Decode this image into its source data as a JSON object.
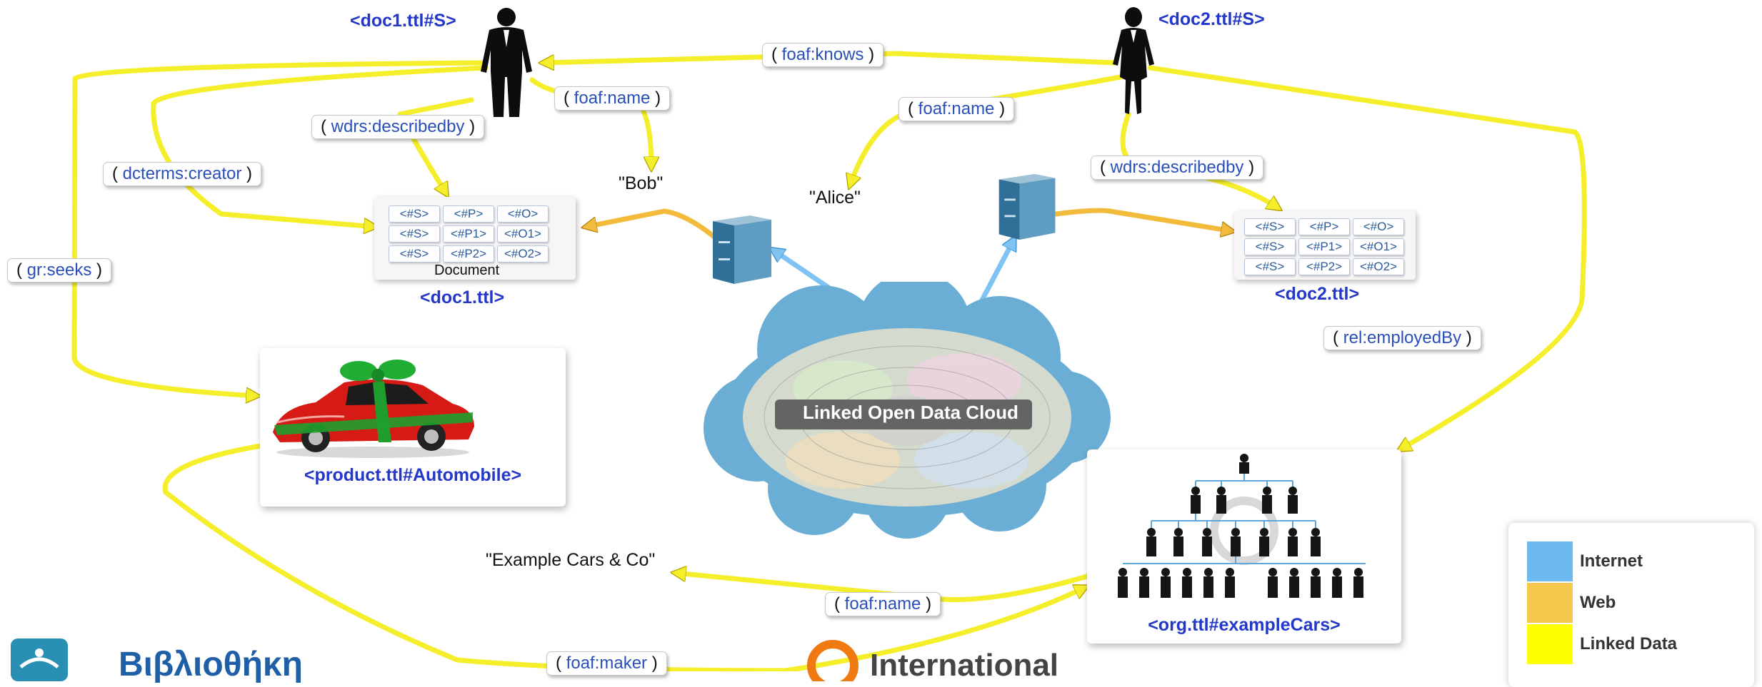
{
  "nodes": {
    "doc1_subject": "<doc1.ttl#S>",
    "doc2_subject": "<doc2.ttl#S>",
    "doc1": "<doc1.ttl>",
    "doc2": "<doc2.ttl>",
    "product": "<product.ttl#Automobile>",
    "org": "<org.ttl#exampleCars>"
  },
  "predicates": {
    "knows": "foaf:knows",
    "name_bob": "foaf:name",
    "name_alice": "foaf:name",
    "describedby_1": "wdrs:describedby",
    "describedby_2": "wdrs:describedby",
    "creator": "dcterms:creator",
    "seeks": "gr:seeks",
    "employed": "rel:employedBy",
    "name_org": "foaf:name",
    "maker": "foaf:maker"
  },
  "literals": {
    "bob": "\"Bob\"",
    "alice": "\"Alice\"",
    "org_name": "\"Example Cars & Co\""
  },
  "document": {
    "label": "Document",
    "rows": [
      [
        "<#S>",
        "<#P>",
        "<#O>"
      ],
      [
        "<#S>",
        "<#P1>",
        "<#O1>"
      ],
      [
        "<#S>",
        "<#P2>",
        "<#O2>"
      ]
    ]
  },
  "cloud_label": "Linked Open Data Cloud",
  "legend": [
    {
      "label": "Internet",
      "color": "#6cbaf0"
    },
    {
      "label": "Web",
      "color": "#f6c94e"
    },
    {
      "label": "Linked Data",
      "color": "#ffff00"
    }
  ],
  "footer": {
    "library_text": "Βιβλιοθήκη",
    "international_text": "International"
  },
  "colors": {
    "linked_data_arrow": "#f5ee2a",
    "web_arrow": "#f2bb3c",
    "internet_arrow": "#7fc3f2",
    "uri_text": "#2338c8",
    "predicate_text": "#2a4fb8"
  }
}
